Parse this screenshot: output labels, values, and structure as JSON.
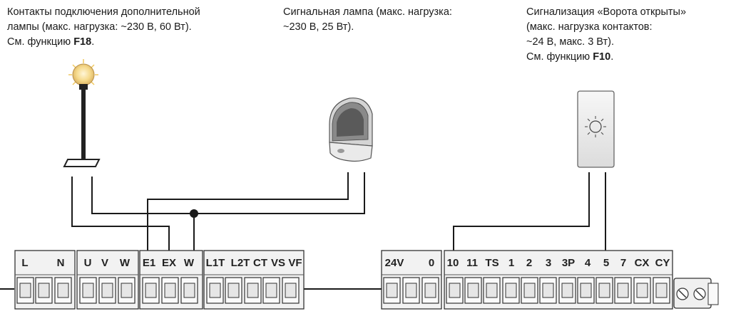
{
  "captions": {
    "lamp": {
      "line1": "Контакты подключения дополнительной",
      "line2": "лампы (макс. нагрузка: ~230 В, 60 Вт).",
      "line3_prefix": "См. функцию ",
      "line3_bold": "F18",
      "line3_suffix": "."
    },
    "signal": {
      "line1": "Сигнальная лампа (макс. нагрузка:",
      "line2": "~230 В, 25 Вт)."
    },
    "gate": {
      "line1": "Сигнализация «Ворота открыты»",
      "line2": "(макс. нагрузка контактов:",
      "line3": "~24 В, макс. 3 Вт).",
      "line4_prefix": "См. функцию ",
      "line4_bold": "F10",
      "line4_suffix": "."
    }
  },
  "terminals": {
    "block1": [
      "L",
      "N"
    ],
    "block2": [
      "U",
      "V",
      "W"
    ],
    "block3": [
      "E1",
      "EX",
      "W"
    ],
    "block4": [
      "L1T",
      "L2T",
      "CT",
      "VS",
      "VF"
    ],
    "block5": [
      "24V",
      "0"
    ],
    "block6": [
      "10",
      "11",
      "TS",
      "1",
      "2",
      "3",
      "3P",
      "4",
      "5",
      "7",
      "CX",
      "CY"
    ]
  },
  "icons": {
    "lamp_post": "lamp-post-icon",
    "signal_lamp": "flashing-signal-lamp-icon",
    "gate_light": "gate-open-indicator-light-icon",
    "fuse": "fuse-holder-icon"
  },
  "colors": {
    "wire": "#1a1a1a",
    "terminal_fill": "#eeeeee",
    "lamp_glow": "#f5d98a"
  }
}
